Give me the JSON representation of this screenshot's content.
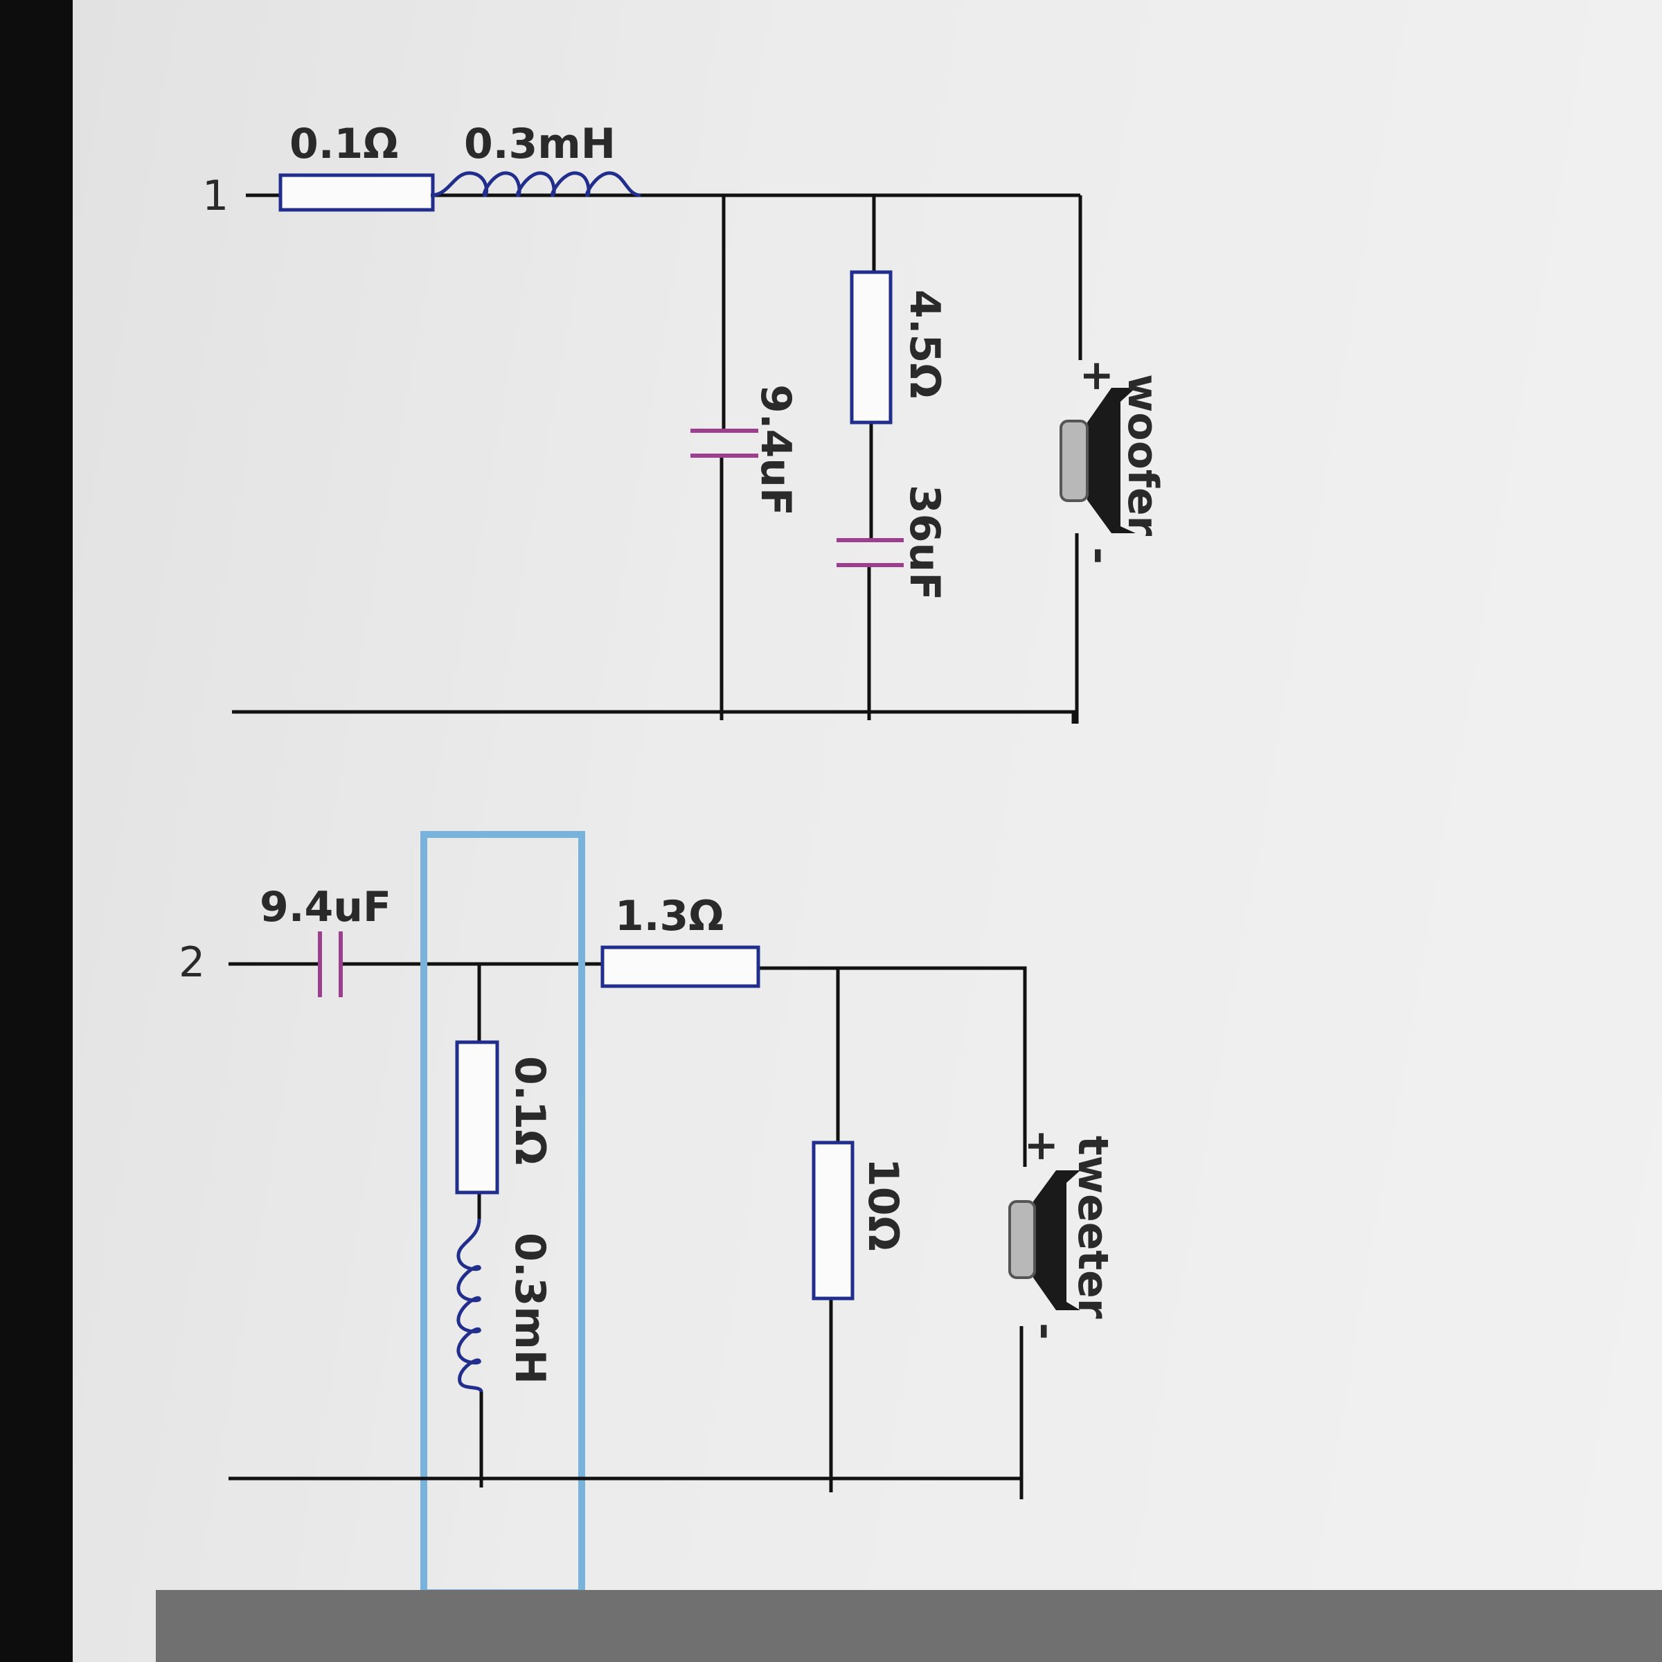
{
  "circuit1": {
    "node_label": "1",
    "series_resistor": "0.1Ω",
    "series_inductor": "0.3mH",
    "shunt_capacitor": "9.4uF",
    "shunt_resistor": "4.5Ω",
    "shunt_series_capacitor": "36uF",
    "speaker_label": "woofer",
    "plus": "+",
    "minus": "-"
  },
  "circuit2": {
    "node_label": "2",
    "series_capacitor": "9.4uF",
    "shunt_resistor": "0.1Ω",
    "shunt_inductor": "0.3mH",
    "series_resistor": "1.3Ω",
    "load_resistor": "10Ω",
    "speaker_label": "tweeter",
    "plus": "+",
    "minus": "-"
  },
  "colors": {
    "resistor_inductor": "#222e8c",
    "capacitor": "#9b3f8e",
    "wire": "#111111",
    "selection": "#79b3dc"
  }
}
